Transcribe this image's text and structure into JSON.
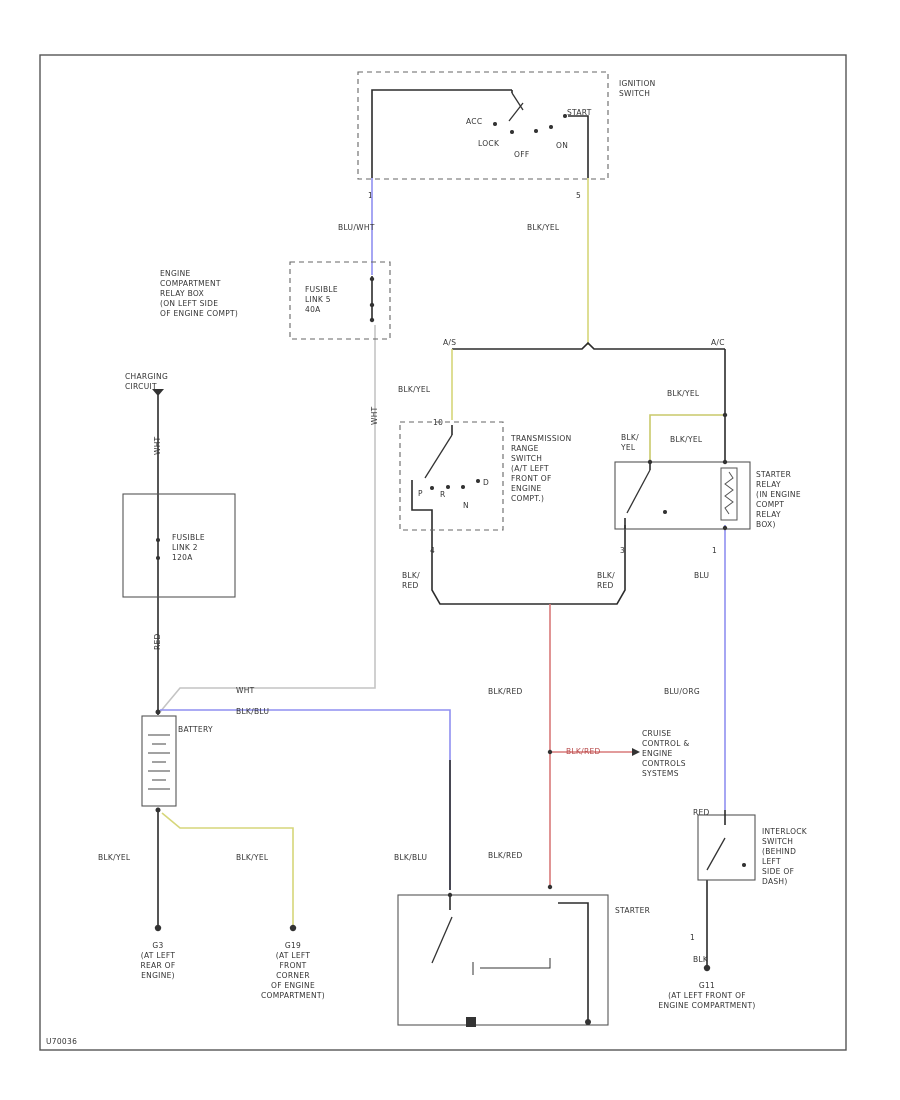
{
  "colors": {
    "blue_wire": "#8f8ff0",
    "yellow_wire": "#d6d67a",
    "red_wire": "#d97a7a",
    "gray_wire": "#cccccc",
    "black_wire": "#2b2b2b"
  },
  "ignition_switch": {
    "title": "IGNITION\nSWITCH",
    "positions": [
      "ACC",
      "LOCK",
      "OFF",
      "ON",
      "START"
    ],
    "pins": [
      "1",
      "5"
    ]
  },
  "relay_box": {
    "title": "ENGINE\nCOMPARTMENT\nRELAY BOX\n(ON LEFT SIDE\nOF ENGINE COMPT)",
    "fusible_link": "FUSIBLE\nLINK 5\n40A"
  },
  "charging": {
    "label": "CHARGING\nCIRCUIT"
  },
  "fusible_link_2": {
    "label": "FUSIBLE\nLINK 2\n120A"
  },
  "battery": {
    "label": "BATTERY"
  },
  "wires": {
    "blu_wht": "BLU/WHT",
    "blk_yel_ign": "BLK/YEL",
    "blk_yel_tr": "BLK/YEL",
    "blk_yel_sr1": "BLK/YEL",
    "blk_yel_sr2": "BLK/YEL",
    "blk_yel_tr2": "BLK/\nYEL",
    "wht_lnk": "WHT",
    "wht_chg": "WHT",
    "wht_bat": "WHT",
    "red": "RED",
    "blk_blu_bat": "BLK/BLU",
    "blk_red_l": "BLK/\nRED",
    "blk_red_r": "BLK/\nRED",
    "blu": "BLU",
    "blu_org": "BLU/ORG",
    "blk_red_v": "BLK/RED",
    "blk_red_h": "BLK/RED",
    "blk_red_starter": "BLK/RED",
    "blk_yel_g3": "BLK/YEL",
    "blk_yel_g19": "BLK/YEL",
    "blk_blu": "BLK/BLU",
    "red_i": "RED",
    "blk_g11": "BLK"
  },
  "splices": {
    "left": "A/S",
    "right": "A/C"
  },
  "transmission_switch": {
    "title": "TRANSMISSION\nRANGE\nSWITCH\n(A/T LEFT\nFRONT OF\nENGINE\nCOMPT.)",
    "pins": [
      "10",
      "4"
    ],
    "positions": [
      "P",
      "R",
      "N",
      "D"
    ]
  },
  "starter_relay": {
    "title": "STARTER\nRELAY\n(IN ENGINE\nCOMPT\nRELAY\nBOX)",
    "pins": [
      "3",
      "1"
    ]
  },
  "cruise": {
    "label": "CRUISE\nCONTROL &\nENGINE\nCONTROLS\nSYSTEMS"
  },
  "interlock": {
    "title": "INTERLOCK\nSWITCH\n(BEHIND\nLEFT\nSIDE OF\nDASH)",
    "pin": "1"
  },
  "starter": {
    "label": "STARTER"
  },
  "grounds": {
    "g3": "G3\n(AT LEFT\nREAR OF\nENGINE)",
    "g19": "G19\n(AT LEFT\nFRONT\nCORNER\nOF ENGINE\nCOMPARTMENT)",
    "g11": "G11\n(AT LEFT FRONT OF\nENGINE COMPARTMENT)"
  },
  "figure_id": "U70036"
}
